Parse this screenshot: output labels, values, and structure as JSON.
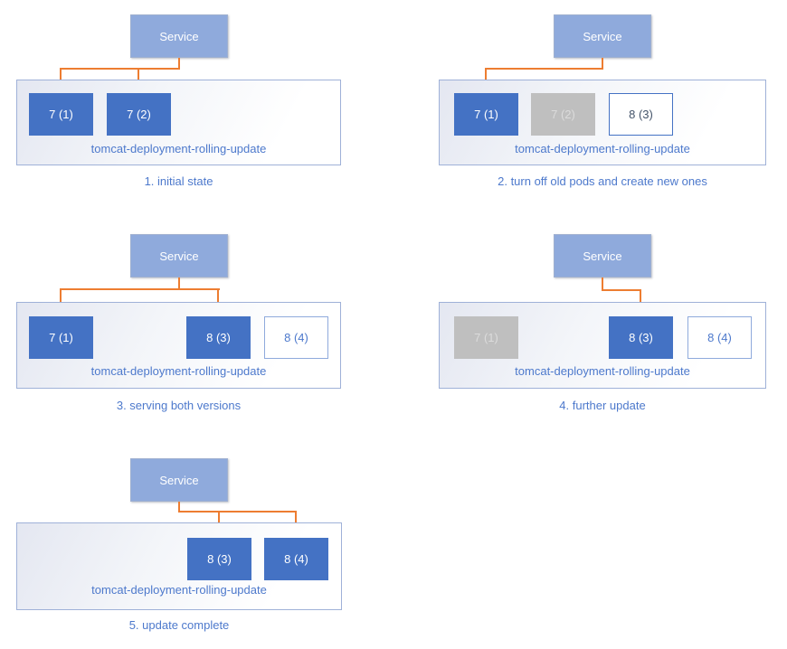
{
  "colors": {
    "service_fill": "#8FAADC",
    "pod_active_fill": "#4472C4",
    "pod_active_text": "#FFFFFF",
    "pod_terminated_fill": "#BFBFBF",
    "pod_terminated_text": "#DCDCDC",
    "pod_new_border_light": "#8FAADC",
    "pod_new_text_light": "#4D79CC",
    "pod_new_border_dark": "#4472C4",
    "pod_new_text_dark": "#44546A",
    "arrow": "#ED7D31",
    "label_text": "#4D79CC",
    "caption_text": "#4D79CC",
    "dep_border": "#9FB1D8"
  },
  "panels": [
    {
      "caption": "1. initial state",
      "service": "Service",
      "deployment": "tomcat-deployment-rolling-update",
      "pods": [
        {
          "label": "7 (1)",
          "state": "active"
        },
        {
          "label": "7 (2)",
          "state": "active"
        }
      ]
    },
    {
      "caption": "2. turn off old pods and create new ones",
      "service": "Service",
      "deployment": "tomcat-deployment-rolling-update",
      "pods": [
        {
          "label": "7 (1)",
          "state": "active"
        },
        {
          "label": "7 (2)",
          "state": "terminated"
        },
        {
          "label": "8 (3)",
          "state": "new-dark"
        }
      ]
    },
    {
      "caption": "3. serving both versions",
      "service": "Service",
      "deployment": "tomcat-deployment-rolling-update",
      "pods": [
        {
          "label": "7 (1)",
          "state": "active"
        },
        {
          "label": "8 (3)",
          "state": "active"
        },
        {
          "label": "8 (4)",
          "state": "new"
        }
      ]
    },
    {
      "caption": "4. further update",
      "service": "Service",
      "deployment": "tomcat-deployment-rolling-update",
      "pods": [
        {
          "label": "7 (1)",
          "state": "terminated"
        },
        {
          "label": "8 (3)",
          "state": "active"
        },
        {
          "label": "8 (4)",
          "state": "new"
        }
      ]
    },
    {
      "caption": "5. update complete",
      "service": "Service",
      "deployment": "tomcat-deployment-rolling-update",
      "pods": [
        {
          "label": "8 (3)",
          "state": "active"
        },
        {
          "label": "8 (4)",
          "state": "active"
        }
      ]
    }
  ]
}
